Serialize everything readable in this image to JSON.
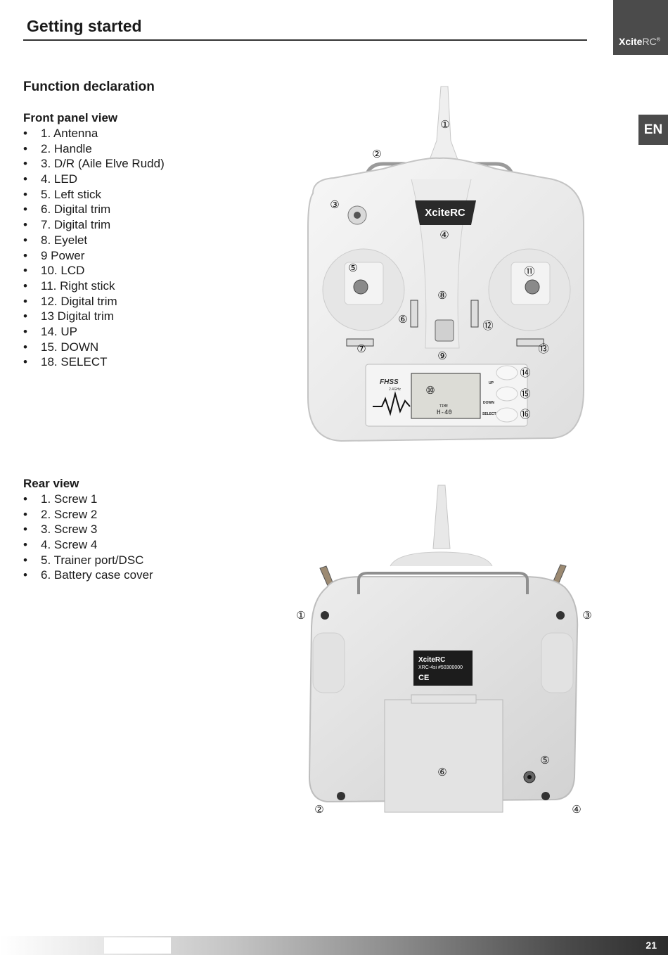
{
  "header": {
    "title": "Getting started",
    "brand_main": "Xcite",
    "brand_suffix": "RC",
    "brand_mark": "®"
  },
  "lang_tab": "EN",
  "section_title": "Function declaration",
  "front_panel": {
    "title": "Front panel view",
    "items": [
      "1. Antenna",
      "2. Handle",
      "3. D/R (Aile Elve Rudd)",
      "4. LED",
      "5. Left stick",
      "6. Digital trim",
      "7. Digital trim",
      "8. Eyelet",
      "9 Power",
      "10. LCD",
      "11. Right stick",
      "12. Digital trim",
      "13 Digital trim",
      "14. UP",
      "15. DOWN",
      "18. SELECT"
    ],
    "figure": {
      "callouts": [
        "①",
        "②",
        "③",
        "④",
        "⑤",
        "⑥",
        "⑦",
        "⑧",
        "⑨",
        "⑩",
        "⑪",
        "⑫",
        "⑬",
        "⑭",
        "⑮",
        "⑯"
      ],
      "brand": "XciteRC",
      "lcd_text": "H-40",
      "lcd_time": "TIME",
      "fhss": "FHSS",
      "fhss_sub": "2.4GHz",
      "button_labels": [
        "UP",
        "DOWN",
        "SELECT"
      ]
    }
  },
  "rear_view": {
    "title": "Rear view",
    "items": [
      "1. Screw 1",
      "2. Screw 2",
      "3. Screw 3",
      "4. Screw 4",
      "5. Trainer port/DSC",
      "6. Battery case cover"
    ],
    "figure": {
      "callouts": [
        "①",
        "②",
        "③",
        "④",
        "⑤",
        "⑥"
      ],
      "label_brand": "XciteRC",
      "label_model": "XRC-4si  #50300000",
      "label_marks": "CE"
    }
  },
  "footer": {
    "page_number": "21"
  }
}
